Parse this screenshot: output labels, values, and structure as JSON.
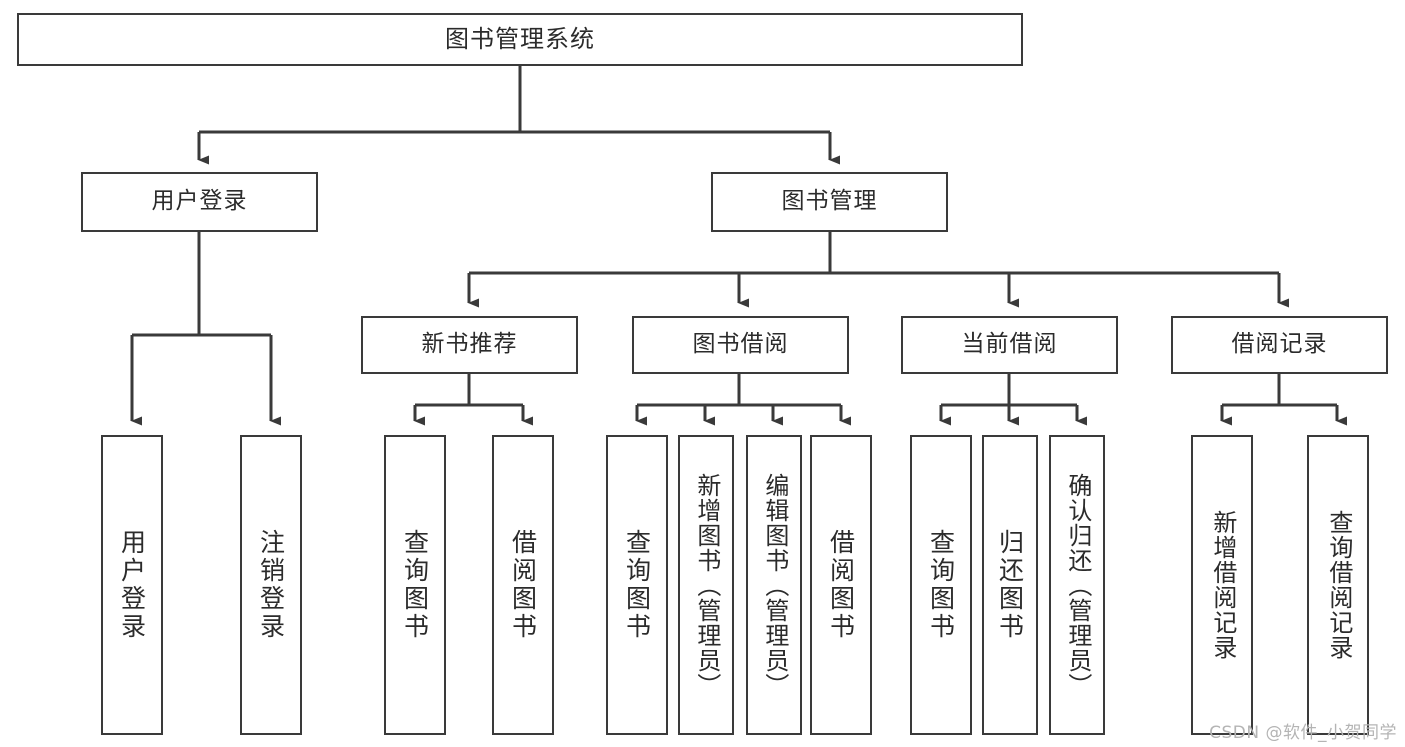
{
  "diagram": {
    "type": "tree-hierarchy",
    "title": "图书管理系统",
    "watermark": "CSDN @软件_小贺同学",
    "colors": {
      "box_border": "#3a3a3a",
      "box_fill": "#ffffff",
      "connector": "#3a3a3a",
      "text": "#2b2b2b",
      "watermark": "#b4b4b4"
    },
    "root": {
      "label": "图书管理系统"
    },
    "level2": [
      {
        "label": "用户登录"
      },
      {
        "label": "图书管理"
      }
    ],
    "level3": [
      {
        "label": "新书推荐"
      },
      {
        "label": "图书借阅"
      },
      {
        "label": "当前借阅"
      },
      {
        "label": "借阅记录"
      }
    ],
    "leaves": {
      "user_login": [
        {
          "label": "用户登录"
        },
        {
          "label": "注销登录"
        }
      ],
      "new_book_recommend": [
        {
          "label": "查询图书"
        },
        {
          "label": "借阅图书"
        }
      ],
      "book_borrow": [
        {
          "label": "查询图书"
        },
        {
          "label": "新增图书（管理员）"
        },
        {
          "label": "编辑图书（管理员）"
        },
        {
          "label": "借阅图书"
        }
      ],
      "current_borrow": [
        {
          "label": "查询图书"
        },
        {
          "label": "归还图书"
        },
        {
          "label": "确认归还（管理员）"
        }
      ],
      "borrow_record": [
        {
          "label": "新增借阅记录"
        },
        {
          "label": "查询借阅记录"
        }
      ]
    }
  }
}
